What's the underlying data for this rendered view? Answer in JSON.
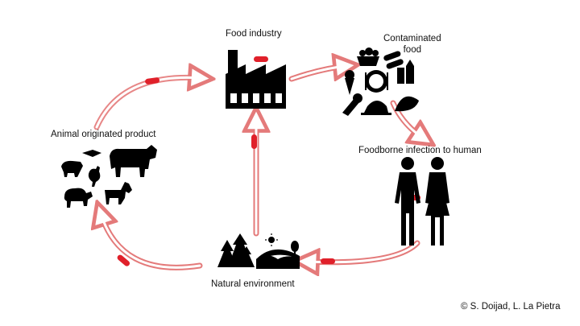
{
  "labels": {
    "food_industry": "Food industry",
    "contaminated_food": "Contaminated\nfood",
    "foodborne_infection": "Foodborne infection to human",
    "natural_environment": "Natural environment",
    "animal_product": "Animal originated product"
  },
  "credit": "© S. Doijad, L. La Pietra",
  "colors": {
    "arrow_outline": "#e47a7a",
    "bacteria": "#e0202a",
    "icon": "#000000"
  },
  "icons": [
    "factory-icon",
    "food-icons",
    "human-couple-icon",
    "landscape-icon",
    "farm-animals-icon",
    "bacteria-icon"
  ]
}
